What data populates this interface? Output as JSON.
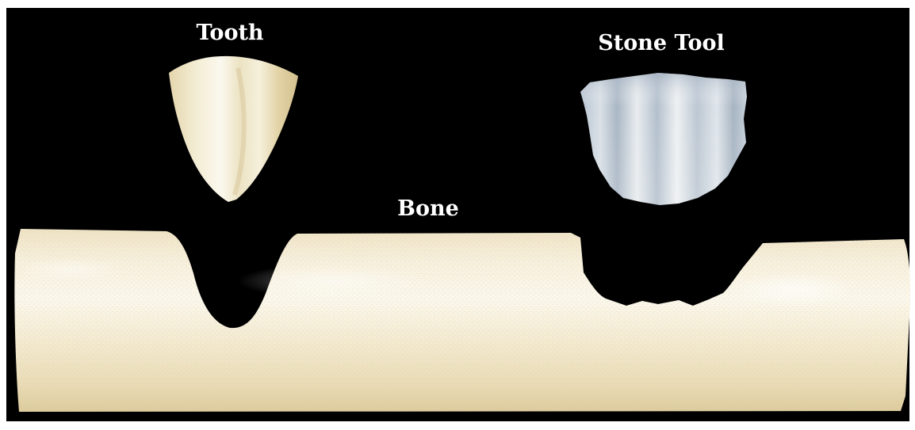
{
  "diagram": {
    "labels": {
      "tooth": "Tooth",
      "stone_tool": "Stone Tool",
      "bone": "Bone"
    },
    "colors": {
      "background": "#000000",
      "frame": "#ffffff",
      "bone": "#f4ecd2",
      "tooth": "#f1ead2",
      "stone_tool": "#c8d3dc",
      "label_text": "#ffffff"
    }
  }
}
